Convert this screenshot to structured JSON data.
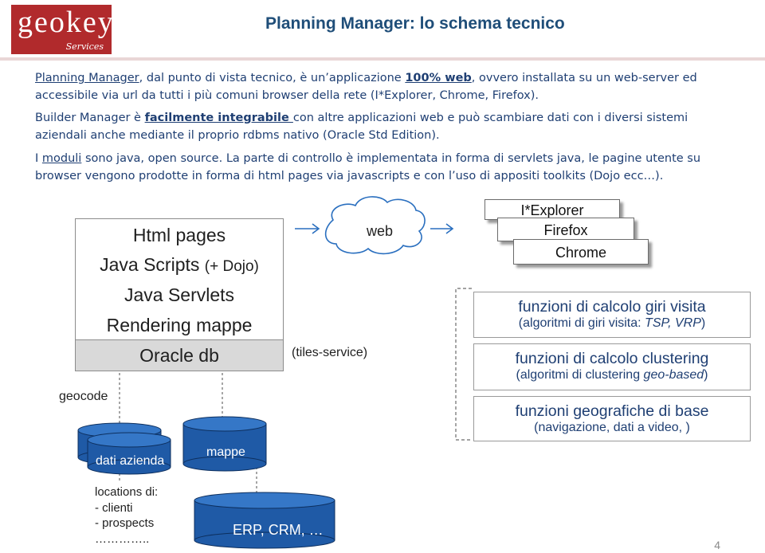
{
  "header": {
    "logo_text": "geokeys",
    "logo_sub": "Services",
    "title": "Planning Manager: lo schema tecnico"
  },
  "paragraphs": {
    "p1_a": "Planning Manager",
    "p1_b": ", dal punto di vista tecnico, è un’applicazione ",
    "p1_c": "100%  web",
    "p1_d": ", ovvero installata su un web-server ed accessibile via url da tutti i più comuni browser della rete (I*Explorer, Chrome, Firefox).",
    "p2_a": "Builder Manager è ",
    "p2_b": "facilmente integrabile ",
    "p2_c": "con altre applicazioni web e può scambiare dati con i diversi sistemi aziendali anche mediante il proprio rdbms nativo (Oracle Std Edition).",
    "p3_a": "I ",
    "p3_b": "moduli",
    "p3_c": " sono java, open source.",
    "p3_d": " La parte  di controllo è implementata in forma di servlets java, le pagine utente su browser vengono prodotte in forma di html pages via javascripts e con l’uso di appositi toolkits (Dojo ecc…)."
  },
  "stack": {
    "html_pages": "Html pages",
    "java_scripts": "Java Scripts ",
    "dojo": "(+ Dojo)",
    "servlets": "Java Servlets",
    "rendering": "Rendering mappe",
    "oracle": "Oracle db"
  },
  "labels": {
    "geocode": "geocode",
    "web": "web",
    "tiles": "(tiles-service)",
    "dati_azienda": "dati azienda",
    "mappe": "mappe",
    "locations": [
      "locations di:",
      "- clienti",
      "- prospects",
      "………….."
    ],
    "erp": "ERP, CRM, …"
  },
  "browsers": [
    "I*Explorer",
    "Firefox",
    "Chrome"
  ],
  "functions": [
    {
      "title": "funzioni di calcolo giri visita",
      "sub_a": "(algoritmi di giri visita: ",
      "sub_i": "TSP, VRP",
      "sub_b": ")"
    },
    {
      "title": "funzioni di calcolo clustering",
      "sub_a": "(algoritmi di clustering ",
      "sub_i": "geo-based",
      "sub_b": ")"
    },
    {
      "title": "funzioni geografiche di base",
      "sub_a": "(navigazione, dati a video, )",
      "sub_i": "",
      "sub_b": ""
    }
  ],
  "page_number": "4",
  "colors": {
    "brand_red": "#b12a2c",
    "title_blue": "#1f4e79",
    "text_blue": "#1f3f73",
    "db_blue": "#1f5aa6"
  }
}
